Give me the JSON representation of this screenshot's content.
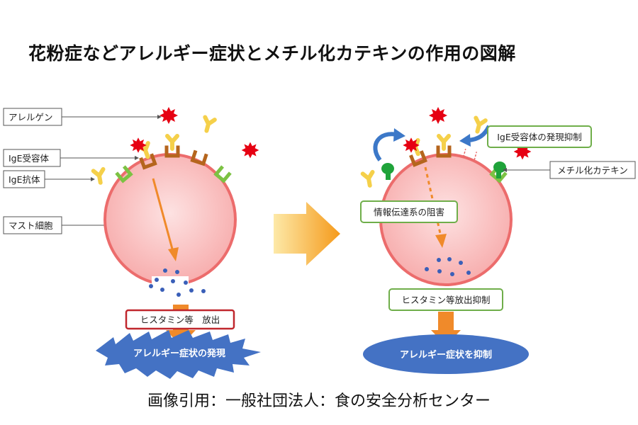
{
  "title": "花粉症などアレルギー症状とメチル化カテキンの作用の図解",
  "caption": "画像引用：一般社団法人：食の安全分析センター",
  "left_labels": {
    "allergen": "アレルゲン",
    "ige_receptor": "IgE受容体",
    "ige_antibody": "IgE抗体",
    "mast_cell": "マスト細胞"
  },
  "left_release": "ヒスタミン等　放出",
  "left_result": "アレルギー症状の発現",
  "right_labels": {
    "receptor_suppression": "IgE受容体の発現抑制",
    "methyl_catechin": "メチル化カテキン",
    "signal_block": "情報伝達系の阻害",
    "release_suppression": "ヒスタミン等放出抑制"
  },
  "right_result": "アレルギー症状を抑制",
  "colors": {
    "cell_fill": "#f9b8b8",
    "cell_stroke": "#ec6c6c",
    "allergen": "#e60012",
    "antibody": "#f5d04a",
    "receptor": "#b5651d",
    "green": "#7cc243",
    "arrow_orange": "#f08a2a",
    "blue_shape": "#4472c4",
    "curve_arrow": "#3c78c8",
    "dots": "#3a5fb8"
  }
}
